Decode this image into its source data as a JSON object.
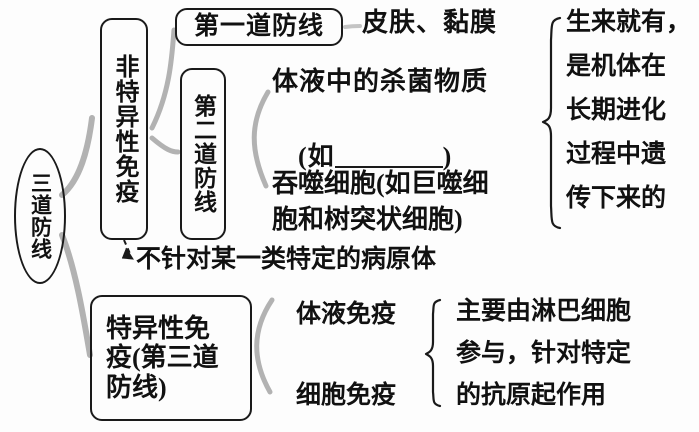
{
  "diagram": {
    "title": "三道防线",
    "root": {
      "label": "三道防线",
      "shape": "ellipse"
    },
    "branches": [
      {
        "id": "nonspecific",
        "label": "非特异性免疫",
        "shape": "rounded-box",
        "orientation": "vertical",
        "lines": [
          {
            "id": "line-1",
            "label": "第一道防线",
            "shape": "rounded-box",
            "orientation": "horizontal",
            "items": [
              "皮肤、黏膜"
            ]
          },
          {
            "id": "line-2",
            "label": "第二道防线",
            "shape": "rounded-box",
            "orientation": "vertical",
            "items": [
              "体液中的杀菌物质",
              "(如",
              ")",
              "吞噬细胞(如巨噬细",
              "胞和树突状细胞)"
            ],
            "blank_answer_slot": true
          }
        ],
        "note": "不针对某一类特定的病原体",
        "description": [
          "生来就有，",
          "是机体在",
          "长期进化",
          "过程中遗",
          "传下来的"
        ]
      },
      {
        "id": "specific",
        "label": "特异性免",
        "label_lines": [
          "特异性免",
          "疫(第三道",
          "防线)"
        ],
        "shape": "rounded-box",
        "orientation": "horizontal",
        "items": [
          "体液免疫",
          "细胞免疫"
        ],
        "description": [
          "主要由淋巴细胞",
          "参与，针对特定",
          "的抗原起作用"
        ]
      }
    ]
  },
  "text": {
    "root_label": "三道防线",
    "nonspecific_label": "非特异性免疫",
    "line1_label": "第一道防线",
    "line1_item": "皮肤、黏膜",
    "line2_label": "第二道防线",
    "line2_item1": "体液中的杀菌物质",
    "line2_item2_prefix": "(如",
    "line2_item2_suffix": ")",
    "line2_item3a": "吞噬细胞(如巨噬细",
    "line2_item3b": "胞和树突状细胞)",
    "nonspecific_note": "不针对某一类特定的病原体",
    "nonspecific_desc1": "生来就有，",
    "nonspecific_desc2": "是机体在",
    "nonspecific_desc3": "长期进化",
    "nonspecific_desc4": "过程中遗",
    "nonspecific_desc5": "传下来的",
    "specific_label1": "特异性免",
    "specific_label2": "疫(第三道",
    "specific_label3": "防线)",
    "specific_item1": "体液免疫",
    "specific_item2": "细胞免疫",
    "specific_desc1": "主要由淋巴细胞",
    "specific_desc2": "参与，针对特定",
    "specific_desc3": "的抗原起作用"
  },
  "colors": {
    "ink": "#1a1a1a",
    "connector": "#9a9a9a",
    "background": "#fdfdfd"
  }
}
